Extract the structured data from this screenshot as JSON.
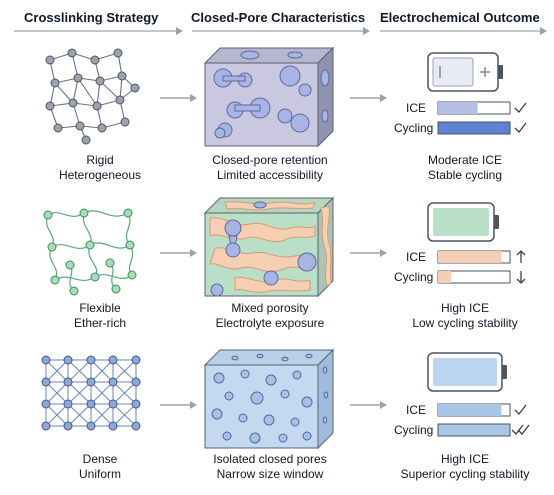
{
  "headers": {
    "col1": "Crosslinking Strategy",
    "col2": "Closed-Pore Characteristics",
    "col3": "Electrochemical Outcome"
  },
  "rows": [
    {
      "strategy": [
        "Rigid",
        "Heterogeneous"
      ],
      "pores": [
        "Closed-pore retention",
        "Limited accessibility"
      ],
      "outcome": [
        "Moderate ICE",
        "Stable cycling"
      ],
      "ice_label": "ICE",
      "cycling_label": "Cycling",
      "ice_level": 0.55,
      "cycling_level": 1.0,
      "ice_mark": "check-icon",
      "cycling_mark": "check-icon",
      "battery_icon": "battery-plus-minus-icon"
    },
    {
      "strategy": [
        "Flexible",
        "Ether-rich"
      ],
      "pores": [
        "Mixed porosity",
        "Electrolyte exposure"
      ],
      "outcome": [
        "High ICE",
        "Low cycling stability"
      ],
      "ice_label": "ICE",
      "cycling_label": "Cycling",
      "ice_level": 0.88,
      "cycling_level": 0.18,
      "ice_mark": "arrow-up-icon",
      "cycling_mark": "arrow-down-icon",
      "battery_icon": "battery-green-icon"
    },
    {
      "strategy": [
        "Dense",
        "Uniform"
      ],
      "pores": [
        "Isolated closed pores",
        "Narrow size window"
      ],
      "outcome": [
        "High ICE",
        "Superior cycling stability"
      ],
      "ice_label": "ICE",
      "cycling_label": "Cycling",
      "ice_level": 0.88,
      "cycling_level": 1.0,
      "ice_mark": "check-icon",
      "cycling_mark": "double-check-icon",
      "battery_icon": "battery-blue-icon"
    }
  ],
  "colors": {
    "ice_row1": "#b4bfe4",
    "cycling_row1": "#5f82d3",
    "ice_row2": "#f5cdb4",
    "cycling_row2": "#f5cdb4",
    "ice_row3": "#a9c6e8",
    "cycling_row3": "#a9c6e8",
    "battery1_fill": "#e9ebf3",
    "battery2_fill": "#b9e0c7",
    "battery3_fill": "#b9d5ef"
  }
}
